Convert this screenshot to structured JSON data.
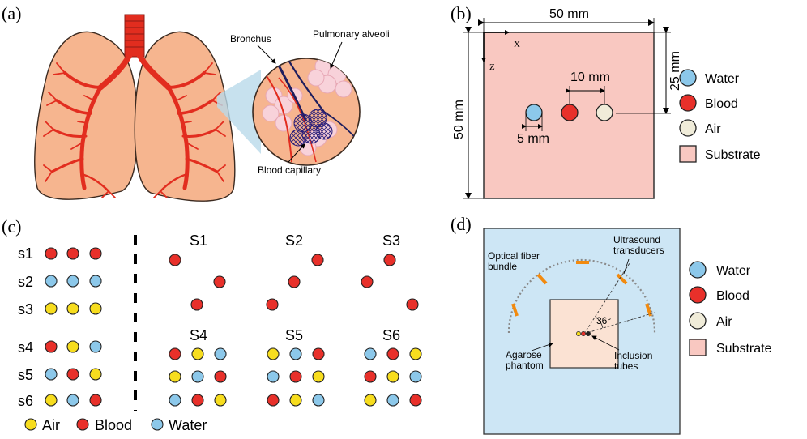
{
  "colors": {
    "water": "#8cc8ea",
    "blood": "#e8302a",
    "air": "#f0ecd9",
    "air_yellow": "#f7dd1e",
    "substrate": "#f9c8c1",
    "tank": "#cde6f5",
    "phantom": "#fbe2d3",
    "transducer": "#f28a0e",
    "lung": "#f6b58f",
    "vessel": "#e22d1f"
  },
  "panel_a": {
    "tag": "(a)",
    "labels": {
      "bronchus": "Bronchus",
      "alveoli": "Pulmonary alveoli",
      "capillary": "Blood capillary"
    }
  },
  "panel_b": {
    "tag": "(b)",
    "width": "50 mm",
    "height": "50 mm",
    "depth": "25 mm",
    "spacing": "10 mm",
    "diameter": "5 mm",
    "x_axis": "X",
    "z_axis": "Z",
    "legend": [
      "Water",
      "Blood",
      "Air",
      "Substrate"
    ]
  },
  "panel_c": {
    "tag": "(c)",
    "rows": [
      {
        "label": "s1",
        "colors": [
          "blood",
          "blood",
          "blood"
        ]
      },
      {
        "label": "s2",
        "colors": [
          "water",
          "water",
          "water"
        ]
      },
      {
        "label": "s3",
        "colors": [
          "air",
          "air",
          "air"
        ]
      },
      {
        "label": "s4",
        "colors": [
          "blood",
          "air",
          "water"
        ]
      },
      {
        "label": "s5",
        "colors": [
          "water",
          "blood",
          "air"
        ]
      },
      {
        "label": "s6",
        "colors": [
          "air",
          "water",
          "blood"
        ]
      }
    ],
    "groups": [
      {
        "label": "S1"
      },
      {
        "label": "S2"
      },
      {
        "label": "S3"
      },
      {
        "label": "S4",
        "grid": [
          [
            "blood",
            "air",
            "water"
          ],
          [
            "air",
            "water",
            "blood"
          ],
          [
            "water",
            "blood",
            "air"
          ]
        ]
      },
      {
        "label": "S5",
        "grid": [
          [
            "air",
            "water",
            "blood"
          ],
          [
            "water",
            "blood",
            "air"
          ],
          [
            "blood",
            "air",
            "water"
          ]
        ]
      },
      {
        "label": "S6",
        "grid": [
          [
            "water",
            "blood",
            "air"
          ],
          [
            "blood",
            "air",
            "water"
          ],
          [
            "air",
            "water",
            "blood"
          ]
        ]
      }
    ],
    "legend": [
      "Air",
      "Blood",
      "Water"
    ]
  },
  "panel_d": {
    "tag": "(d)",
    "labels": {
      "transducers": "Ultrasound\ntransducers",
      "fiber": "Optical fiber\nbundle",
      "angle": "36°",
      "phantom": "Agarose\nphantom",
      "tubes": "Inclusion\ntubes"
    },
    "legend": [
      "Water",
      "Blood",
      "Air",
      "Substrate"
    ]
  }
}
